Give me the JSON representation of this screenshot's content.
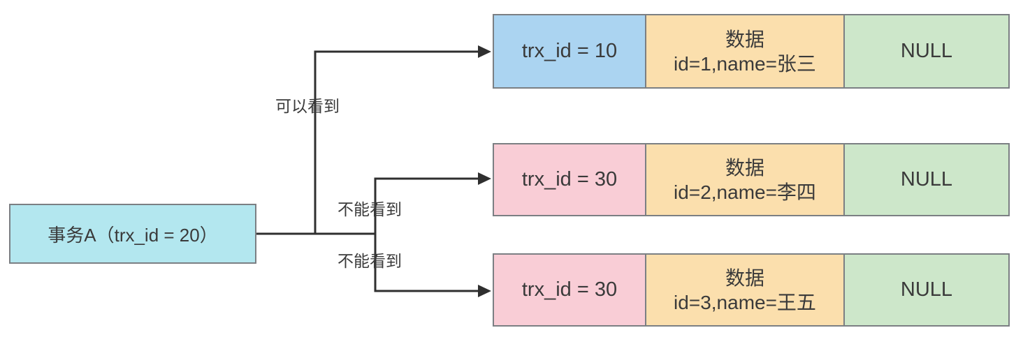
{
  "diagram": {
    "title_hint": "MVCC version chain visibility",
    "transaction": {
      "label": "事务A（trx_id = 20）"
    },
    "edges": [
      {
        "label": "可以看到",
        "target_row": 0
      },
      {
        "label": "不能看到",
        "target_row": 1
      },
      {
        "label": "不能看到",
        "target_row": 2
      }
    ],
    "rows": [
      {
        "trx_id": "trx_id = 10",
        "data_title": "数据",
        "data_value": "id=1,name=张三",
        "roll_pointer": "NULL",
        "trx_color": "#abd4f1"
      },
      {
        "trx_id": "trx_id = 30",
        "data_title": "数据",
        "data_value": "id=2,name=李四",
        "roll_pointer": "NULL",
        "trx_color": "#f9cdd6"
      },
      {
        "trx_id": "trx_id = 30",
        "data_title": "数据",
        "data_value": "id=3,name=王五",
        "roll_pointer": "NULL",
        "trx_color": "#f9cdd6"
      }
    ],
    "colors": {
      "transaction_box": "#b3e7ef",
      "trx_cell_visible": "#abd4f1",
      "trx_cell_invisible": "#f9cdd6",
      "data_cell": "#fbdfad",
      "null_cell": "#cde7ca",
      "border": "#7b7f83",
      "line": "#2f2f2f",
      "text": "#3a3a3a"
    }
  }
}
